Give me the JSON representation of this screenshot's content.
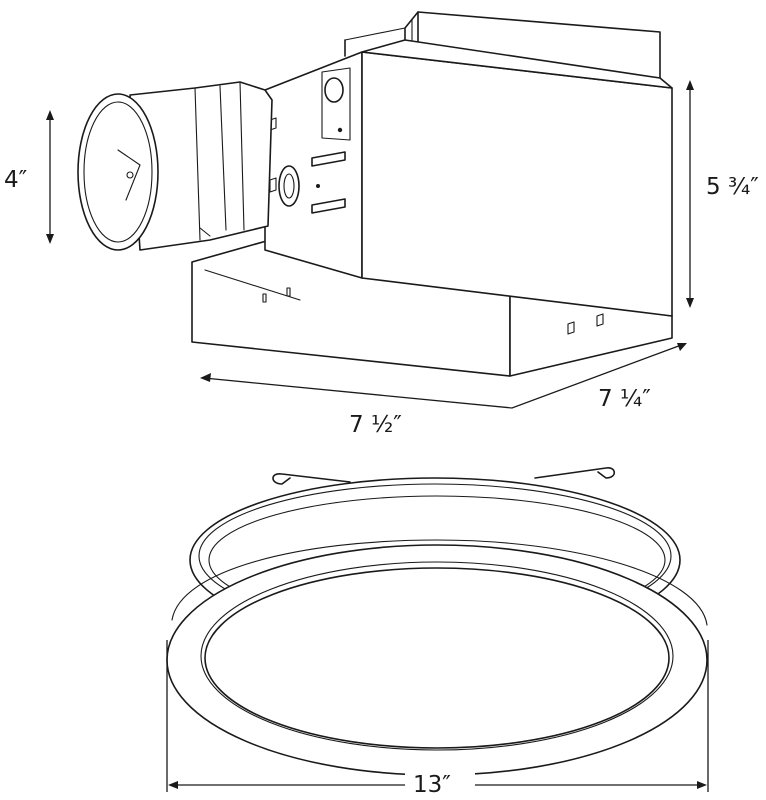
{
  "fan_housing": {
    "duct_height": "4″",
    "housing_height": "5 ¾″",
    "housing_length": "7 ½″",
    "housing_width": "7 ¼″"
  },
  "grille": {
    "diameter": "13″"
  }
}
